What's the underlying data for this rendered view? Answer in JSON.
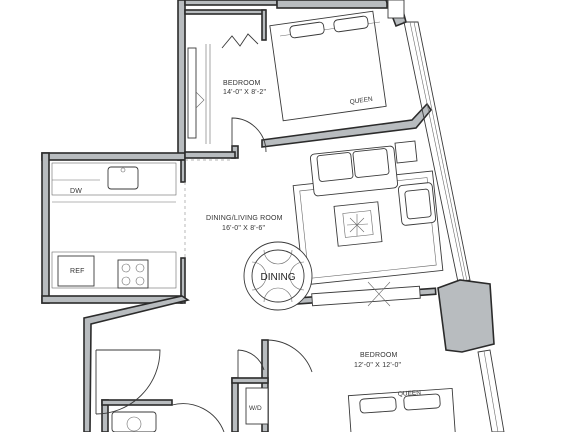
{
  "rooms": {
    "bedroom_top": {
      "name": "BEDROOM",
      "dims": "14'-0\" X 8'-2\"",
      "bed": "QUEEN"
    },
    "living": {
      "name": "DINING/LIVING ROOM",
      "dims": "16'-0\" X 8'-6\"",
      "table": "DINING"
    },
    "bedroom_bottom": {
      "name": "BEDROOM",
      "dims": "12'-0\" X 12'-0\"",
      "bed": "QUEEN"
    }
  },
  "fixtures": {
    "dishwasher": "DW",
    "refrigerator": "REF",
    "washer_dryer": "W/D"
  }
}
